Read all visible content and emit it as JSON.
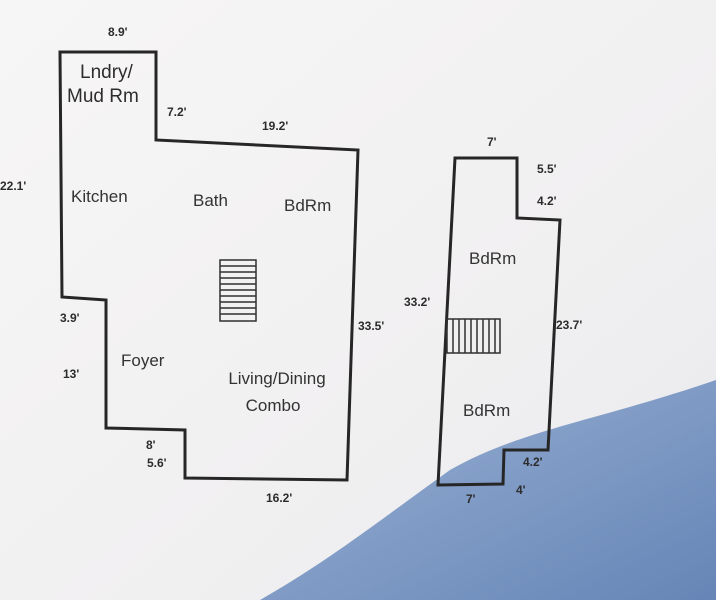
{
  "colors": {
    "paper": "#f3f2f2",
    "ink": "#262626",
    "shadow": "#6f8fbf"
  },
  "plan_left": {
    "rooms": {
      "laundry_line1": "Lndry/",
      "laundry_line2": "Mud Rm",
      "kitchen": "Kitchen",
      "bath": "Bath",
      "bedroom": "BdRm",
      "foyer": "Foyer",
      "living_line1": "Living/Dining",
      "living_line2": "Combo"
    },
    "dimensions": {
      "top_laundry": "8.9'",
      "laundry_side": "7.2'",
      "top_main": "19.2'",
      "left_upper": "22.1'",
      "left_step": "3.9'",
      "left_lower": "13'",
      "right": "33.5'",
      "bottom_step_a": "8'",
      "bottom_step_b": "5.6'",
      "bottom": "16.2'"
    },
    "icons": [
      "stairs-icon"
    ]
  },
  "plan_right": {
    "rooms": {
      "bedroom_upper": "BdRm",
      "bedroom_lower": "BdRm"
    },
    "dimensions": {
      "top": "7'",
      "top_step": "5.5'",
      "right_step": "4.2'",
      "left": "33.2'",
      "right": "23.7'",
      "bottom_step_a": "4.2'",
      "bottom_step_b": "4'",
      "bottom": "7'"
    },
    "icons": [
      "stairs-icon"
    ]
  }
}
